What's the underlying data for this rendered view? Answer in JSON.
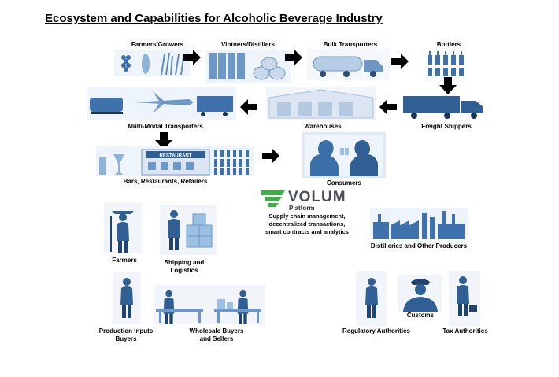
{
  "title": "Ecosystem and Capabilities for Alcoholic Beverage Industry",
  "chain": {
    "farmers": "Farmers/Growers",
    "vintners": "Vintners/Distillers",
    "bulk": "Bulk Transporters",
    "bottlers": "Bottlers",
    "freight": "Freight Shippers",
    "warehouses": "Warehouses",
    "multimodal": "Multi-Modal Transporters",
    "bars": "Bars, Restaurants, Retailers",
    "consumers": "Consumers",
    "restaurant_sign": "RESTAURANT"
  },
  "platform": {
    "brand": "VOLUM",
    "sub": "Platform",
    "desc_line1": "Supply chain management,",
    "desc_line2": "decentralized transactions,",
    "desc_line3": "smart contracts and analytics"
  },
  "participants": {
    "farmers": "Farmers",
    "shipping_line1": "Shipping and",
    "shipping_line2": "Logistics",
    "distilleries": "Distilleries and  Other Producers",
    "inputs_line1": "Production Inputs",
    "inputs_line2": "Buyers",
    "wholesale_line1": "Wholesale Buyers",
    "wholesale_line2": "and Sellers",
    "regulatory": "Regulatory Authorities",
    "customs": "Customs",
    "tax": "Tax Authorities"
  },
  "colors": {
    "icon_blue": "#2f5f93",
    "icon_light": "#9cc0e2",
    "arrow": "#000000",
    "volum_green": "#3fae49",
    "volum_gray": "#4a4f57"
  }
}
